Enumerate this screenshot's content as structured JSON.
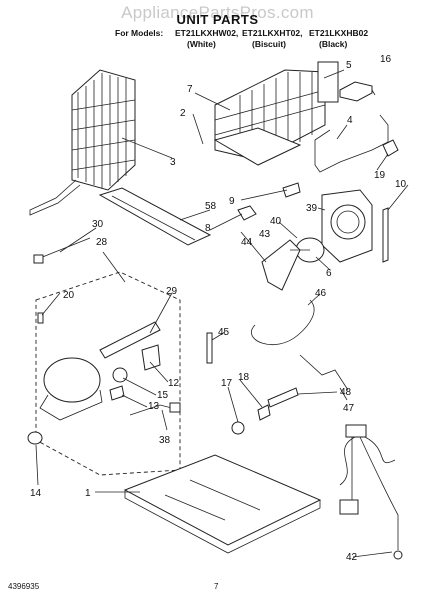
{
  "watermark": "AppliancePartsPros.com",
  "title": "UNIT PARTS",
  "models_label": "For Models:",
  "models": [
    {
      "model": "ET21LKXHW02,",
      "color": "(White)"
    },
    {
      "model": "ET21LKXHT02,",
      "color": "(Biscuit)"
    },
    {
      "model": "ET21LKXHB02",
      "color": "(Black)"
    }
  ],
  "callouts": [
    "1",
    "2",
    "3",
    "4",
    "5",
    "6",
    "7",
    "8",
    "9",
    "10",
    "12",
    "13",
    "14",
    "15",
    "16",
    "17",
    "18",
    "19",
    "20",
    "28",
    "29",
    "30",
    "38",
    "39",
    "40",
    "42",
    "43",
    "44",
    "45",
    "46",
    "47",
    "48",
    "58"
  ],
  "footer": {
    "doc_number": "4396935",
    "page": "7"
  }
}
